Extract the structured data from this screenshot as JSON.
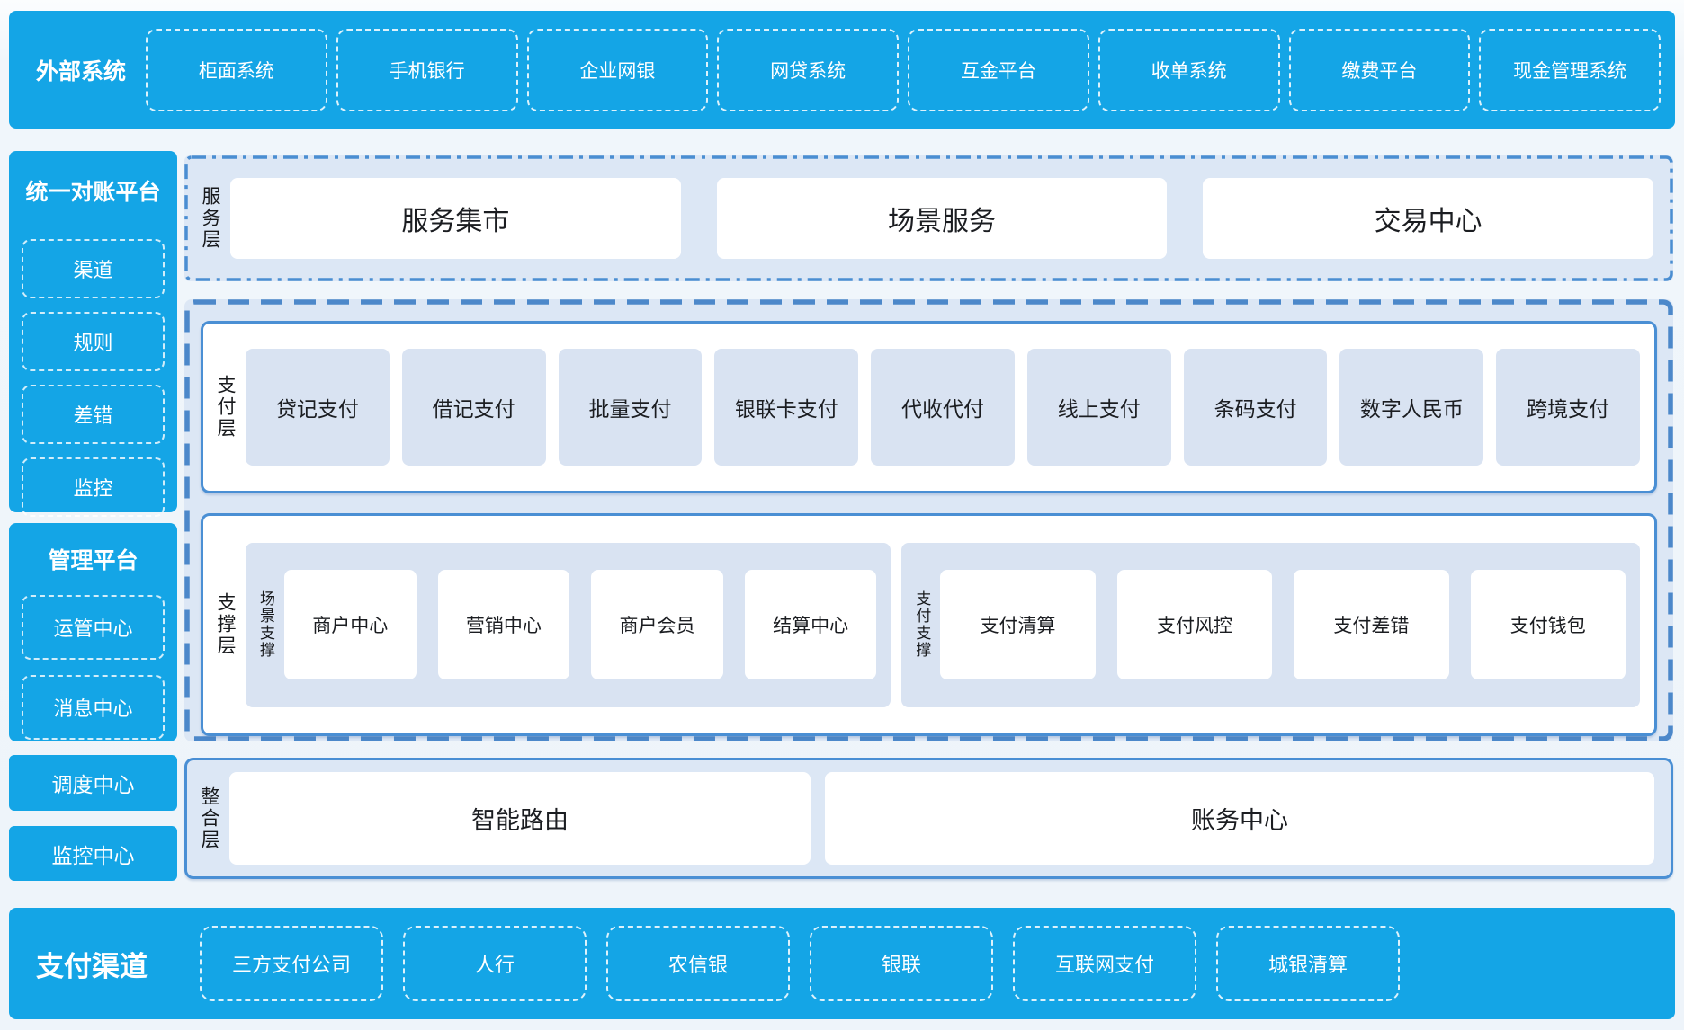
{
  "colors": {
    "bar_blue": "#14a5e6",
    "panel_bg": "#dce7f5",
    "item_bg": "#d9e3f2",
    "solid_border": "#4a8fd4",
    "dashed_border": "#4c88ca",
    "dashdot_border": "#4a8ed2",
    "text_dark": "#1b1d21",
    "text_light": "#ffffff"
  },
  "top_bar": {
    "title": "外部系统",
    "items": [
      "柜面系统",
      "手机银行",
      "企业网银",
      "网贷系统",
      "互金平台",
      "收单系统",
      "缴费平台",
      "现金管理系统"
    ]
  },
  "left_column": {
    "recon_platform": {
      "title": "统一对账平台",
      "items": [
        "渠道",
        "规则",
        "差错",
        "监控"
      ]
    },
    "mgmt_platform": {
      "title": "管理平台",
      "items": [
        "运管中心",
        "消息中心"
      ]
    },
    "standalone": [
      "调度中心",
      "监控中心"
    ]
  },
  "service_layer": {
    "label": "服务层",
    "boxes": [
      "服务集市",
      "场景服务",
      "交易中心"
    ]
  },
  "payment_layer": {
    "label": "支付层",
    "boxes": [
      "贷记支付",
      "借记支付",
      "批量支付",
      "银联卡支付",
      "代收代付",
      "线上支付",
      "条码支付",
      "数字人民币",
      "跨境支付"
    ]
  },
  "support_layer": {
    "label": "支撑层",
    "groups": [
      {
        "label": "场景支撑",
        "boxes": [
          "商户中心",
          "营销中心",
          "商户会员",
          "结算中心"
        ]
      },
      {
        "label": "支付支撑",
        "boxes": [
          "支付清算",
          "支付风控",
          "支付差错",
          "支付钱包"
        ]
      }
    ]
  },
  "integration_layer": {
    "label": "整合层",
    "boxes": [
      "智能路由",
      "账务中心"
    ]
  },
  "bottom_bar": {
    "title": "支付渠道",
    "items": [
      "三方支付公司",
      "人行",
      "农信银",
      "银联",
      "互联网支付",
      "城银清算"
    ]
  }
}
